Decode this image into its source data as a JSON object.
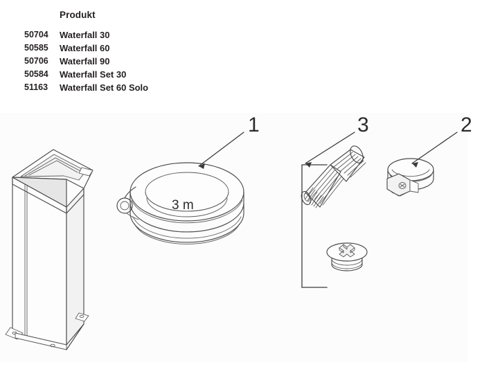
{
  "table": {
    "header_code": "",
    "header_product": "Produkt",
    "rows": [
      {
        "code": "50704",
        "product": "Waterfall 30"
      },
      {
        "code": "50585",
        "product": "Waterfall 60"
      },
      {
        "code": "50706",
        "product": "Waterfall 90"
      },
      {
        "code": "50584",
        "product": "Waterfall Set 30"
      },
      {
        "code": "51163",
        "product": "Waterfall Set 60 Solo"
      }
    ]
  },
  "diagram": {
    "callouts": {
      "one": "1",
      "two": "2",
      "three": "3"
    },
    "labels": {
      "hose_length": "3 m"
    },
    "parts": {
      "blade": "waterfall-blade-unit",
      "hose": "coiled-hose",
      "clamp": "hose-clamp",
      "barb": "stepped-hose-barb",
      "plug": "threaded-plug"
    }
  },
  "colors": {
    "line": "#4a4a4a",
    "text": "#231f20",
    "panel": "#fcfcfc"
  }
}
